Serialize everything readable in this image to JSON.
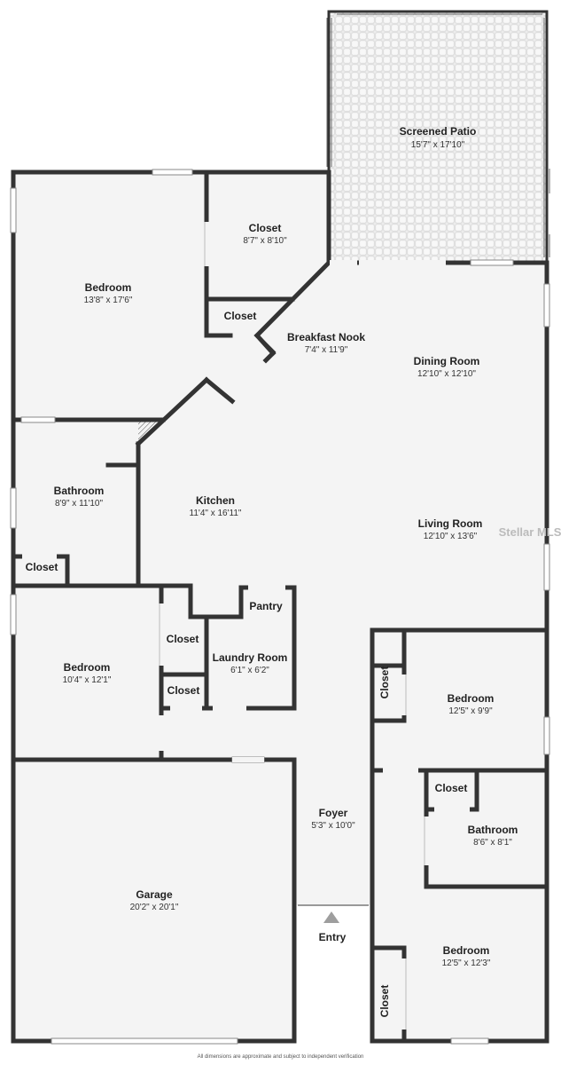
{
  "rooms": {
    "screened_patio": {
      "name": "Screened Patio",
      "dim": "15'7\" x 17'10\""
    },
    "bedroom_1": {
      "name": "Bedroom",
      "dim": "13'8\" x 17'6\""
    },
    "closet_1": {
      "name": "Closet",
      "dim": "8'7\" x 8'10\""
    },
    "closet_2": {
      "name": "Closet"
    },
    "breakfast_nook": {
      "name": "Breakfast Nook",
      "dim": "7'4\" x 11'9\""
    },
    "dining_room": {
      "name": "Dining Room",
      "dim": "12'10\" x 12'10\""
    },
    "bathroom_1": {
      "name": "Bathroom",
      "dim": "8'9\" x 11'10\""
    },
    "kitchen": {
      "name": "Kitchen",
      "dim": "11'4\" x 16'11\""
    },
    "living_room": {
      "name": "Living Room",
      "dim": "12'10\" x 13'6\""
    },
    "closet_3": {
      "name": "Closet"
    },
    "pantry": {
      "name": "Pantry"
    },
    "bedroom_2": {
      "name": "Bedroom",
      "dim": "10'4\" x 12'1\""
    },
    "closet_4": {
      "name": "Closet"
    },
    "laundry_room": {
      "name": "Laundry Room",
      "dim": "6'1\" x 6'2\""
    },
    "closet_5": {
      "name": "Closet"
    },
    "closet_6": {
      "name": "Closet"
    },
    "bedroom_3": {
      "name": "Bedroom",
      "dim": "12'5\" x 9'9\""
    },
    "closet_7": {
      "name": "Closet"
    },
    "foyer": {
      "name": "Foyer",
      "dim": "5'3\" x 10'0\""
    },
    "bathroom_2": {
      "name": "Bathroom",
      "dim": "8'6\" x 8'1\""
    },
    "garage": {
      "name": "Garage",
      "dim": "20'2\" x 20'1\""
    },
    "entry": {
      "name": "Entry"
    },
    "bedroom_4": {
      "name": "Bedroom",
      "dim": "12'5\" x 12'3\""
    },
    "closet_8": {
      "name": "Closet"
    }
  },
  "watermark": "Stellar MLS",
  "footer": "All dimensions are approximate and subject to independent verification",
  "colors": {
    "wall": "#333333",
    "floor": "#f4f4f4",
    "patio": "#e8e8e8",
    "window": "#d9d9d9"
  }
}
